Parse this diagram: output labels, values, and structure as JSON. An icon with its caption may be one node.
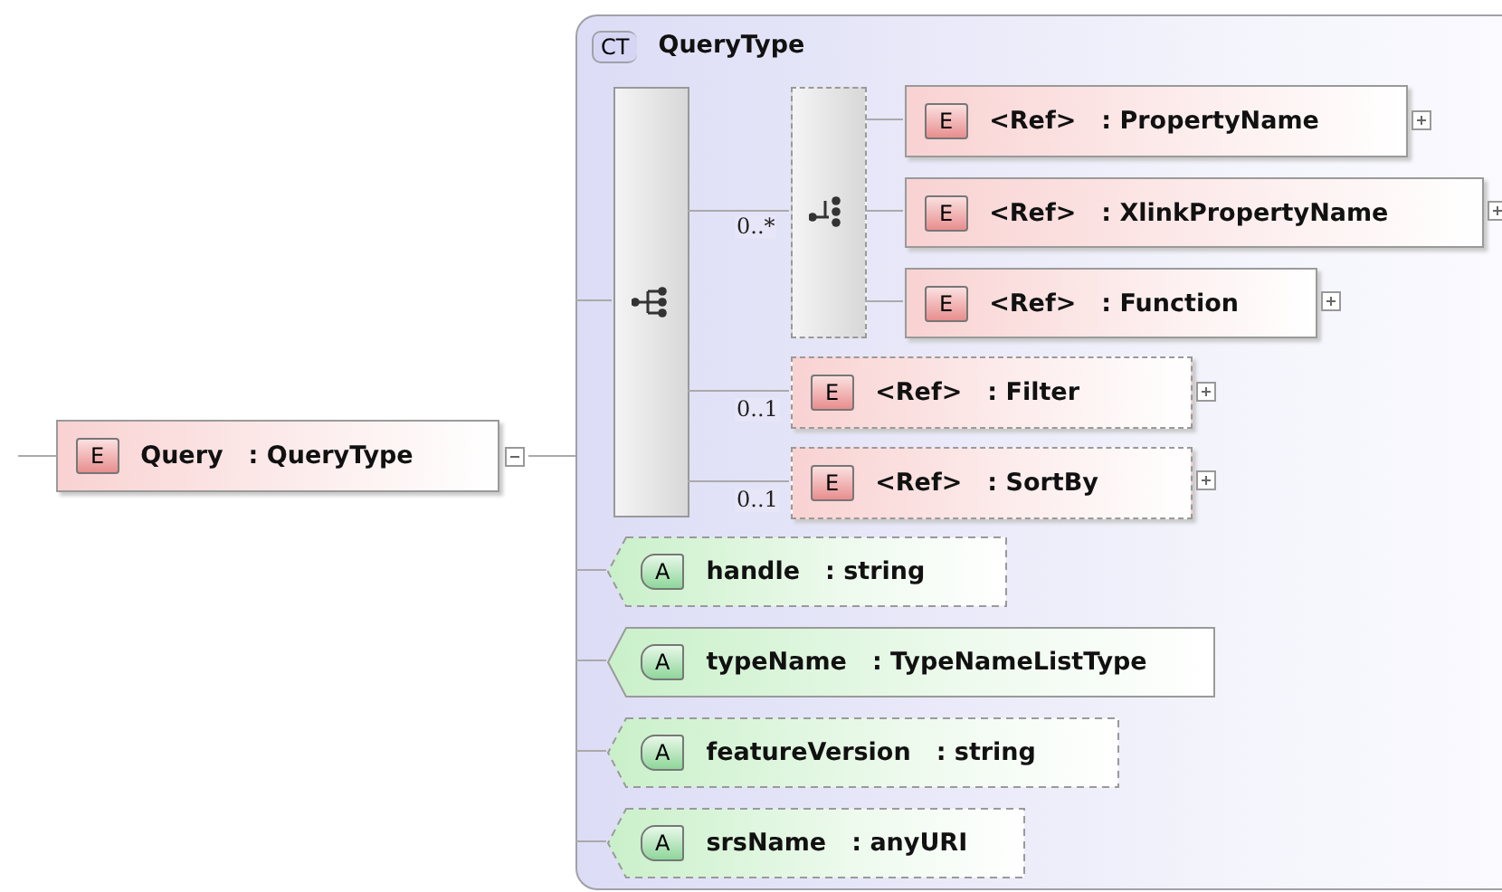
{
  "diagram": {
    "nodes": [
      {
        "text": [
          "E",
          "Query",
          ": QueryType"
        ]
      },
      {
        "text": [
          "CT",
          "QueryType"
        ]
      },
      {
        "text": [],
        "shape": "bar",
        "in": 1
      },
      {
        "text": [],
        "shape": "bar",
        "in": 1
      },
      {
        "text": [
          "E",
          "<Ref>",
          ": PropertyName"
        ],
        "in": 1
      },
      {
        "text": [
          "E",
          "<Ref>",
          ": XlinkPropertyName"
        ],
        "in": 1
      },
      {
        "text": [
          "E",
          "<Ref>",
          ": Function"
        ],
        "in": 1
      },
      {
        "text": [
          "E",
          "<Ref>",
          ": Filter"
        ],
        "in": 1
      },
      {
        "text": [
          "E",
          "<Ref>",
          ": SortBy"
        ],
        "in": 1
      },
      {
        "text": [
          "A",
          "handle",
          ": string"
        ],
        "in": 1
      },
      {
        "text": [
          "A",
          "typeName",
          ": TypeNameListType"
        ],
        "in": 1
      },
      {
        "text": [
          "A",
          "featureVersion",
          ": string"
        ],
        "in": 1
      },
      {
        "text": [
          "A",
          "srsName",
          ": anyURI"
        ],
        "in": 1
      }
    ],
    "edges": [
      {
        "from": null,
        "to": 0,
        "arrow": "none"
      },
      {
        "from": 0,
        "to": 1,
        "arrow": "none"
      },
      {
        "from": 1,
        "to": 2,
        "arrow": "none"
      },
      {
        "from": 2,
        "to": 3,
        "arrow": "none",
        "label": "0..*"
      },
      {
        "from": 3,
        "to": 4,
        "arrow": "none"
      },
      {
        "from": 3,
        "to": 5,
        "arrow": "none"
      },
      {
        "from": 3,
        "to": 6,
        "arrow": "none"
      },
      {
        "from": 2,
        "to": 7,
        "arrow": "none",
        "label": "0..1"
      },
      {
        "from": 2,
        "to": 8,
        "arrow": "none",
        "label": "0..1"
      },
      {
        "from": 1,
        "to": 9,
        "arrow": "none"
      },
      {
        "from": 1,
        "to": 10,
        "arrow": "none"
      },
      {
        "from": 1,
        "to": 11,
        "arrow": "none"
      },
      {
        "from": 1,
        "to": 12,
        "arrow": "none"
      }
    ]
  }
}
